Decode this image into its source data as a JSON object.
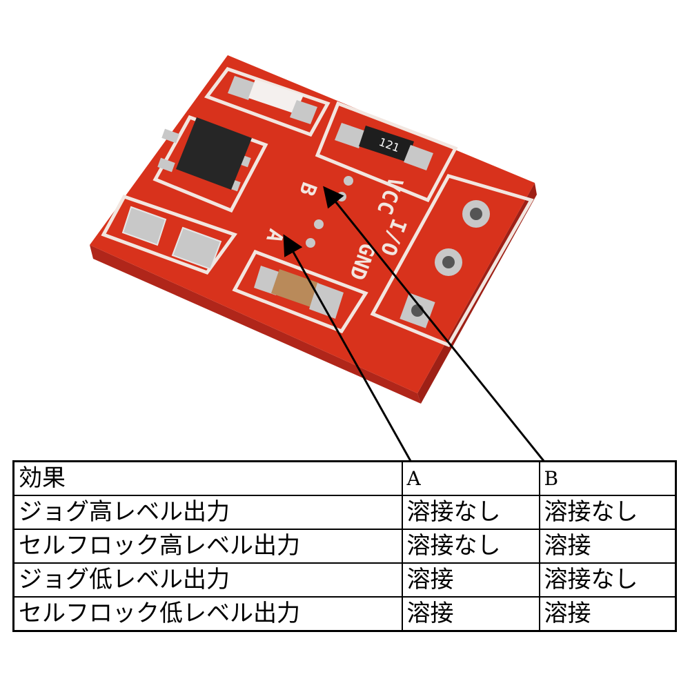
{
  "board": {
    "silkscreen_labels": [
      "B",
      "A",
      "VCC",
      "I/O",
      "GND"
    ],
    "resistor_marking": "121",
    "colors": {
      "pcb": "#d8321c",
      "silk": "#f2e6e0",
      "pad": "#c8c8c8",
      "chip": "#262626"
    }
  },
  "table": {
    "headers": [
      "効果",
      "A",
      "B"
    ],
    "rows": [
      [
        "ジョグ高レベル出力",
        "溶接なし",
        "溶接なし"
      ],
      [
        "セルフロック高レベル出力",
        "溶接なし",
        "溶接"
      ],
      [
        "ジョグ低レベル出力",
        "溶接",
        "溶接なし"
      ],
      [
        "セルフロック低レベル出力",
        "溶接",
        "溶接"
      ]
    ]
  }
}
